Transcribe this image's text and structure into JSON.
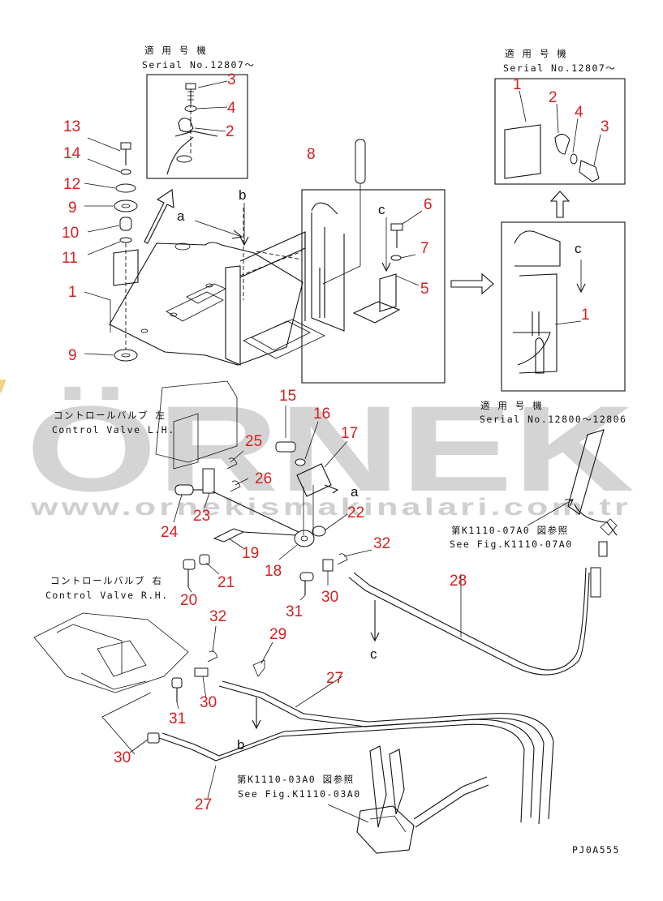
{
  "watermark": {
    "main": "ÖRNEK",
    "url": "www.ornekismakinalari.com.tr"
  },
  "notes": {
    "applicable_label_1": "適 用 号 機",
    "serial_1": "Serial No.12807～",
    "applicable_label_2": "適 用 号 機",
    "serial_2": "Serial No.12807～",
    "applicable_label_3": "適 用 号 機",
    "serial_3": "Serial No.12800～12806",
    "cv_left_jp": "コントロールバルブ 左",
    "cv_left_en": "Control Valve L.H.",
    "cv_right_jp": "コントロールバルブ 右",
    "cv_right_en": "Control Valve R.H.",
    "ref1_jp": "第K1110-07A0 図参照",
    "ref1_en": "See Fig.K1110-07A0",
    "ref2_jp": "第K1110-03A0 図参照",
    "ref2_en": "See Fig.K1110-03A0",
    "figure_code": "PJ0A555"
  },
  "letters": {
    "a": "a",
    "b": "b",
    "c": "c"
  },
  "callouts": [
    "1",
    "2",
    "3",
    "4",
    "5",
    "6",
    "7",
    "8",
    "9",
    "10",
    "11",
    "12",
    "13",
    "14",
    "15",
    "16",
    "17",
    "18",
    "19",
    "20",
    "21",
    "22",
    "23",
    "24",
    "25",
    "26",
    "27",
    "28",
    "29",
    "30",
    "31",
    "32"
  ],
  "colors": {
    "callout": "#d61f1f",
    "line": "#111111",
    "watermark": "#d4d4d4"
  }
}
